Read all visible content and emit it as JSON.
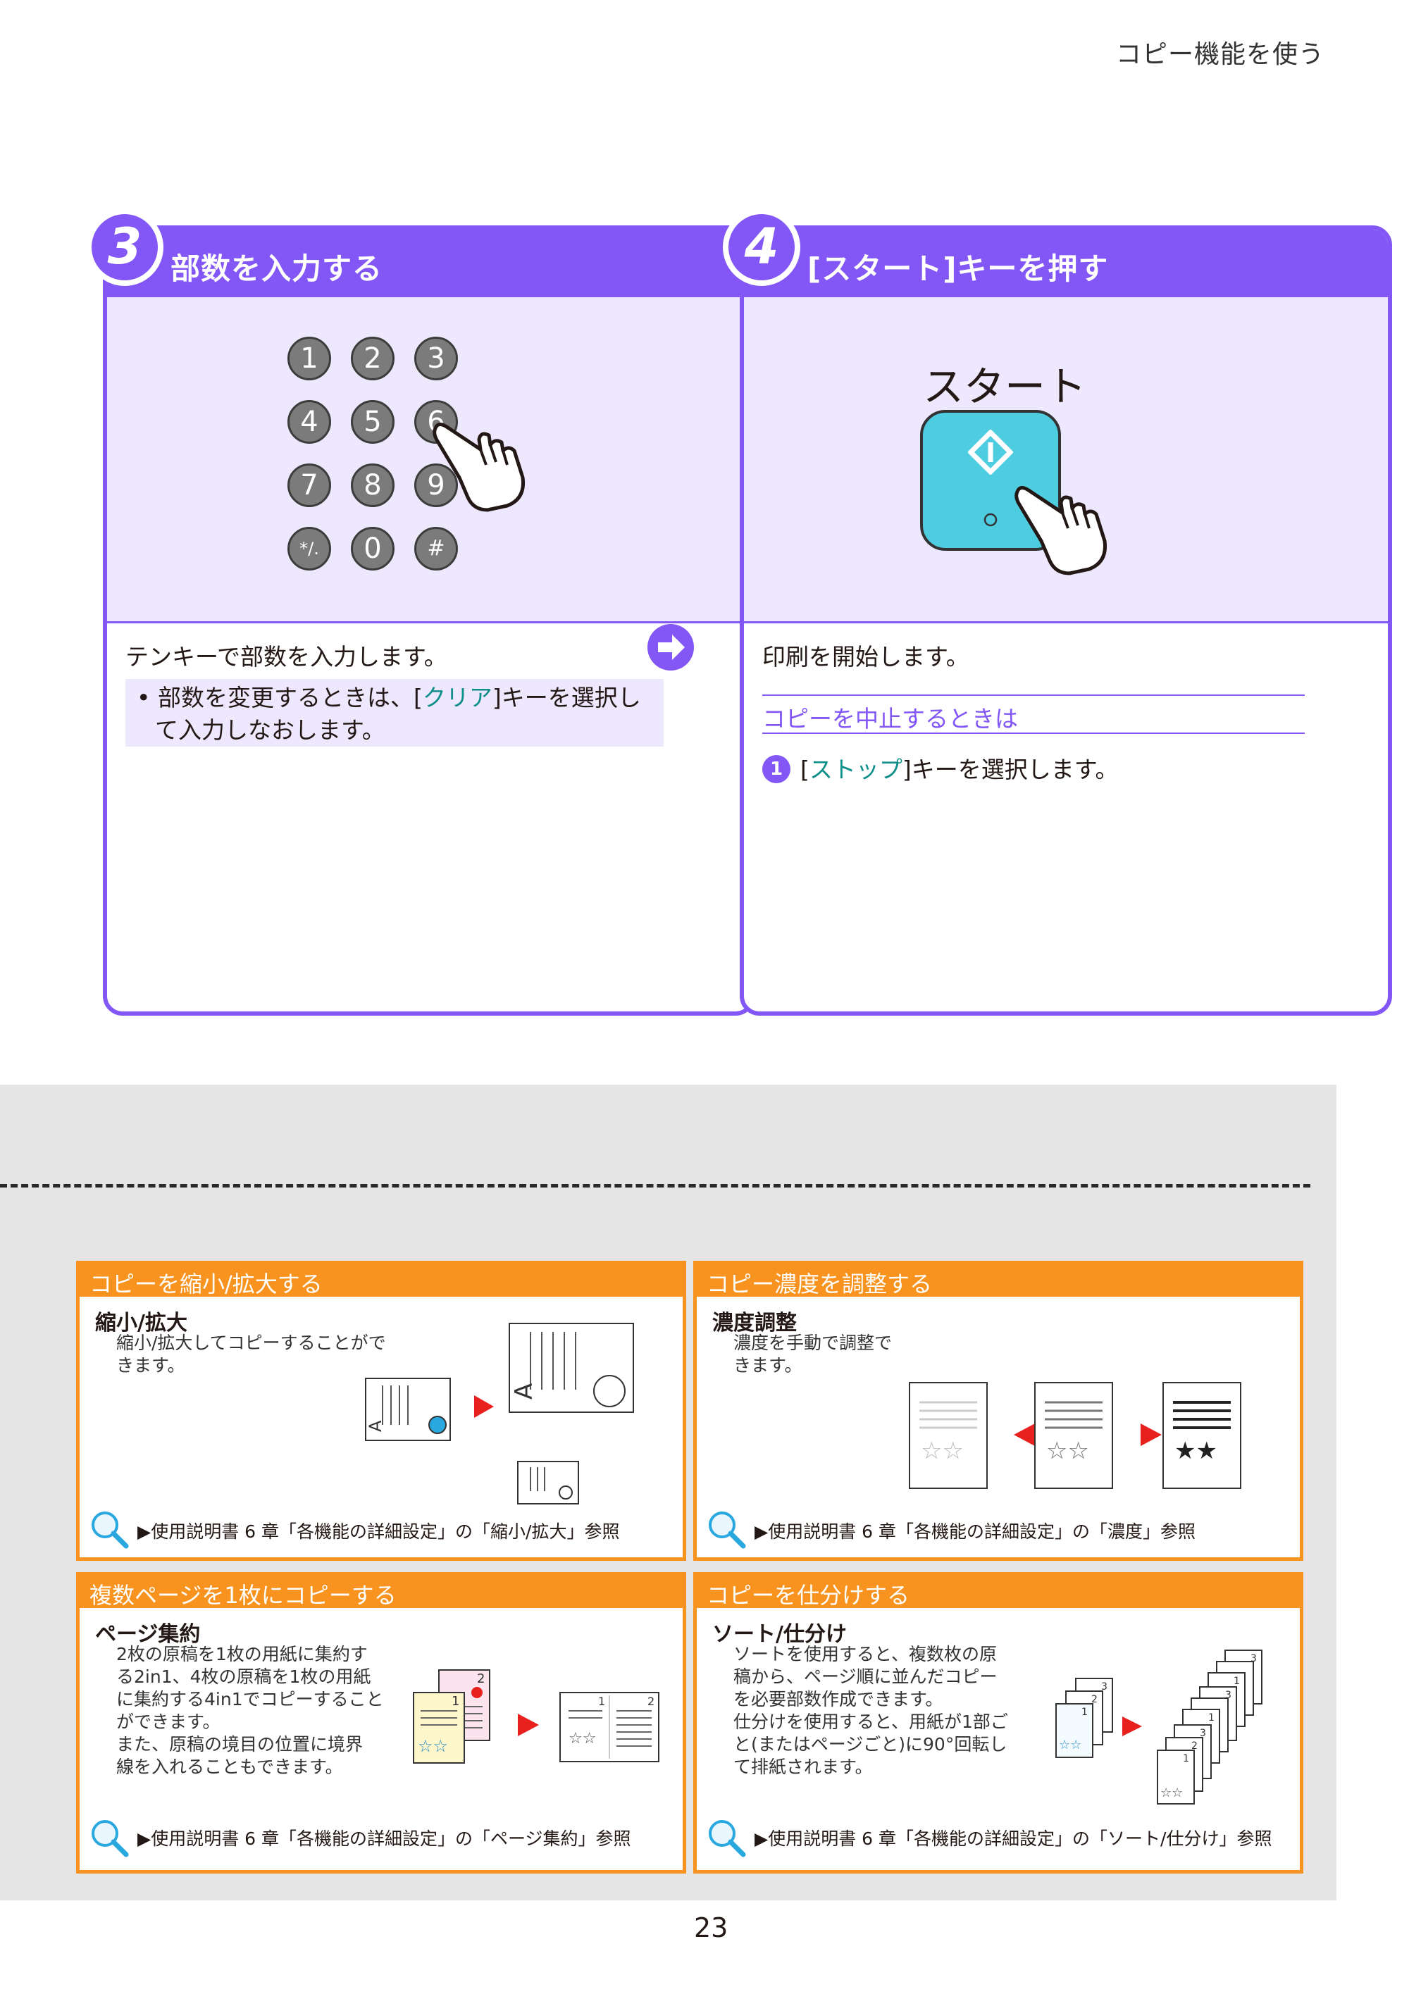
{
  "header": {
    "title": "コピー機能を使う"
  },
  "step3": {
    "number": "3",
    "title": "部数を入力する",
    "keys": [
      "1",
      "2",
      "3",
      "4",
      "5",
      "6",
      "7",
      "8",
      "9",
      "*/.",
      "0",
      "#"
    ],
    "text": "テンキーで部数を入力します。",
    "note_prefix": "• 部数を変更するときは、[",
    "note_key": "クリア",
    "note_suffix": "]キーを選択し",
    "note_line2": "て入力しなおします。"
  },
  "step4": {
    "number": "4",
    "title": "[スタート]キーを押す",
    "button_label": "スタート",
    "text": "印刷を開始します。",
    "subheading": "コピーを中止するときは",
    "item_number": "1",
    "item_prefix": "[",
    "item_key": "ストップ",
    "item_suffix": "]キーを選択します。"
  },
  "cards": {
    "scale": {
      "title": "コピーを縮小/拡大する",
      "subtitle": "縮小/拡大",
      "desc1": "縮小/拡大してコピーすることがで",
      "desc2": "きます。",
      "ref": "▶使用説明書 6 章「各機能の詳細設定」の「縮小/拡大」参照"
    },
    "density": {
      "title": "コピー濃度を調整する",
      "subtitle": "濃度調整",
      "desc1": "濃度を手動で調整で",
      "desc2": "きます。",
      "ref": "▶使用説明書 6 章「各機能の詳細設定」の「濃度」参照"
    },
    "combine": {
      "title": "複数ページを1枚にコピーする",
      "subtitle": "ページ集約",
      "desc1": "2枚の原稿を1枚の用紙に集約す",
      "desc2": "る2in1、4枚の原稿を1枚の用紙",
      "desc3": "に集約する4in1でコピーすること",
      "desc4": "ができます。",
      "desc5": "また、原稿の境目の位置に境界",
      "desc6": "線を入れることもできます。",
      "ref": "▶使用説明書 6 章「各機能の詳細設定」の「ページ集約」参照"
    },
    "sort": {
      "title": "コピーを仕分けする",
      "subtitle": "ソート/仕分け",
      "desc1": "ソートを使用すると、複数枚の原",
      "desc2": "稿から、ページ順に並んだコピー",
      "desc3": "を必要部数作成できます。",
      "desc4": "仕分けを使用すると、用紙が1部ご",
      "desc5": "と(またはページごと)に90°回転し",
      "desc6": "て排紙されます。",
      "ref": "▶使用説明書 6 章「各機能の詳細設定」の「ソート/仕分け」参照"
    }
  },
  "page_number": "23",
  "colors": {
    "accent": "#8257f5",
    "orange": "#f7931e",
    "teal": "#0f8f8a",
    "start_button": "#4fcde0",
    "arrow_red": "#e8201e"
  }
}
